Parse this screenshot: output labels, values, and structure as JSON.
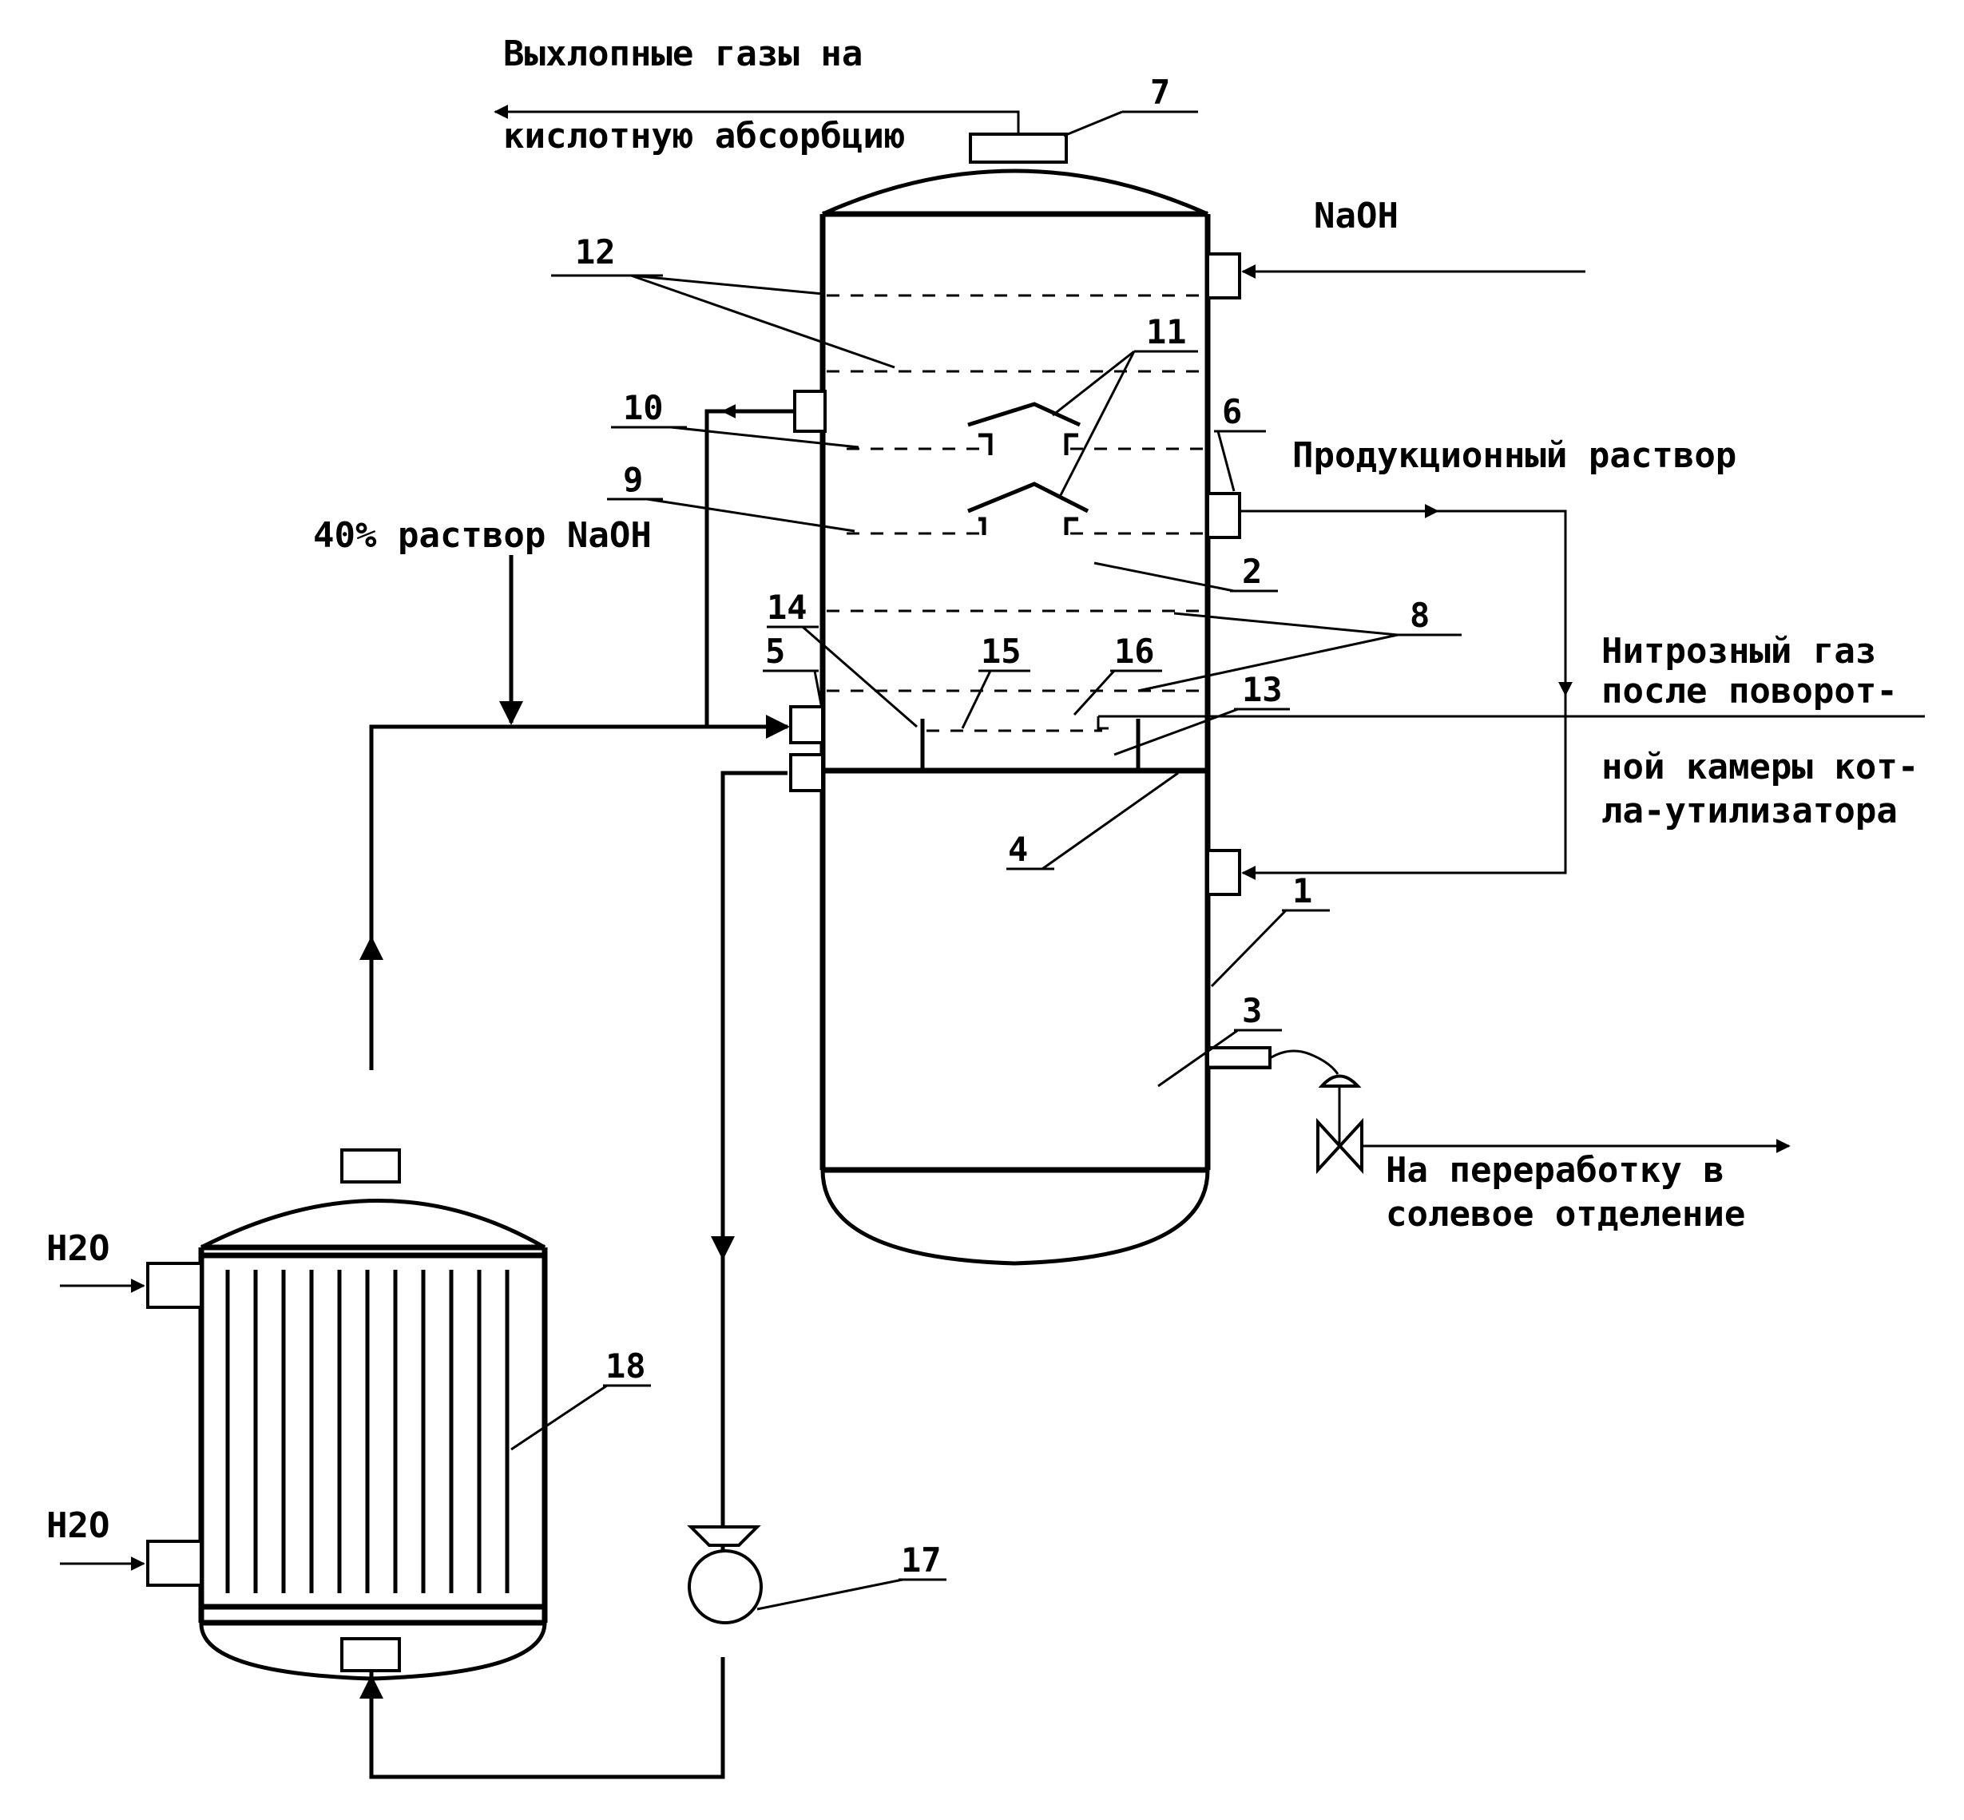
{
  "streams": {
    "exhaust_line1": "Выхлопные газы на",
    "exhaust_line2": "кислотную абсорбцию",
    "naoh_feed": "NaOH",
    "product_solution": "Продукционный раствор",
    "naoh40": "40% раствор NaOH",
    "nitrous_line1": "Нитрозный газ",
    "nitrous_line2": "после поворот-",
    "nitrous_line3": "ной камеры кот-",
    "nitrous_line4": "ла-утилизатора",
    "to_salt_line1": "На  переработку в",
    "to_salt_line2": "солевое отделение",
    "water_in_top": "H2O",
    "water_in_bottom": "H2O"
  },
  "callouts": [
    "1",
    "2",
    "3",
    "4",
    "5",
    "6",
    "7",
    "8",
    "9",
    "10",
    "11",
    "12",
    "13",
    "14",
    "15",
    "16",
    "17",
    "18"
  ]
}
